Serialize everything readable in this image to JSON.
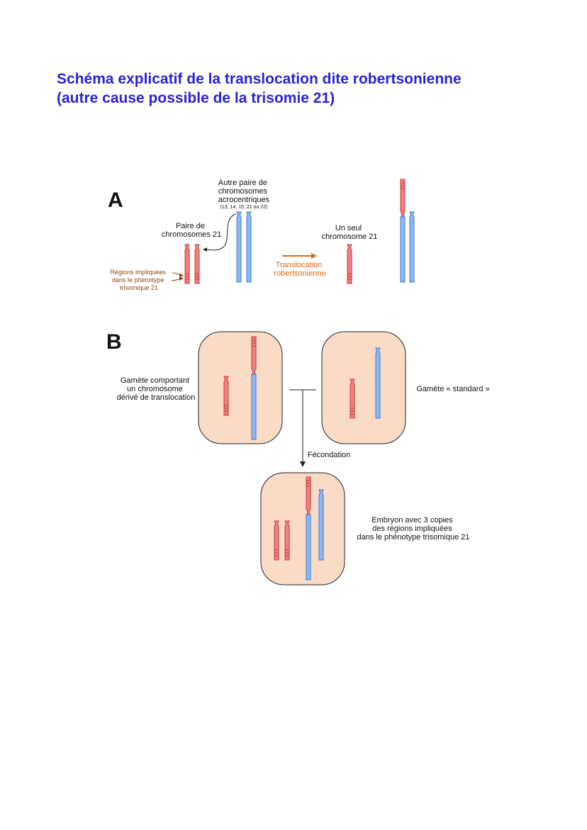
{
  "page": {
    "title_line1": "Schéma explicatif de la translocation dite robertsonienne",
    "title_line2": "(autre cause possible de la trisomie 21)"
  },
  "colors": {
    "title": "#2a24d6",
    "chromosome_red_fill": "#f08080",
    "chromosome_red_stroke": "#c83a3a",
    "chromosome_blue_fill": "#8fb8ef",
    "chromosome_blue_stroke": "#3d78d6",
    "cell_fill": "#fadcc6",
    "orange_label": "#e06a10",
    "brown_label": "#8b4a10"
  },
  "panel_a": {
    "letter": "A",
    "other_pair_line1": "Autre paire de",
    "other_pair_line2": "chromosomes",
    "other_pair_line3": "acrocentriques",
    "other_pair_line4": "(13, 14, 15, 21 ou 22)",
    "pair21_line1": "Paire de",
    "pair21_line2": "chromosomes 21",
    "regions_line1": "Régions impliquées",
    "regions_line2": "dans le phénotype",
    "regions_line3": "trisomique 21",
    "translocation_line1": "Translocation",
    "translocation_line2": "robertsonienne",
    "single_line1": "Un seul",
    "single_line2": "chromosome 21"
  },
  "panel_b": {
    "letter": "B",
    "gamete_left_line1": "Gamète comportant",
    "gamete_left_line2": "un chromosome",
    "gamete_left_line3": "dérivé de translocation",
    "gamete_right": "Gamète « standard »",
    "fertilization": "Fécondation",
    "embryo_line1": "Embryon avec 3 copies",
    "embryo_line2": "des régions impliquées",
    "embryo_line3": "dans le phénotype trisomique 21"
  }
}
